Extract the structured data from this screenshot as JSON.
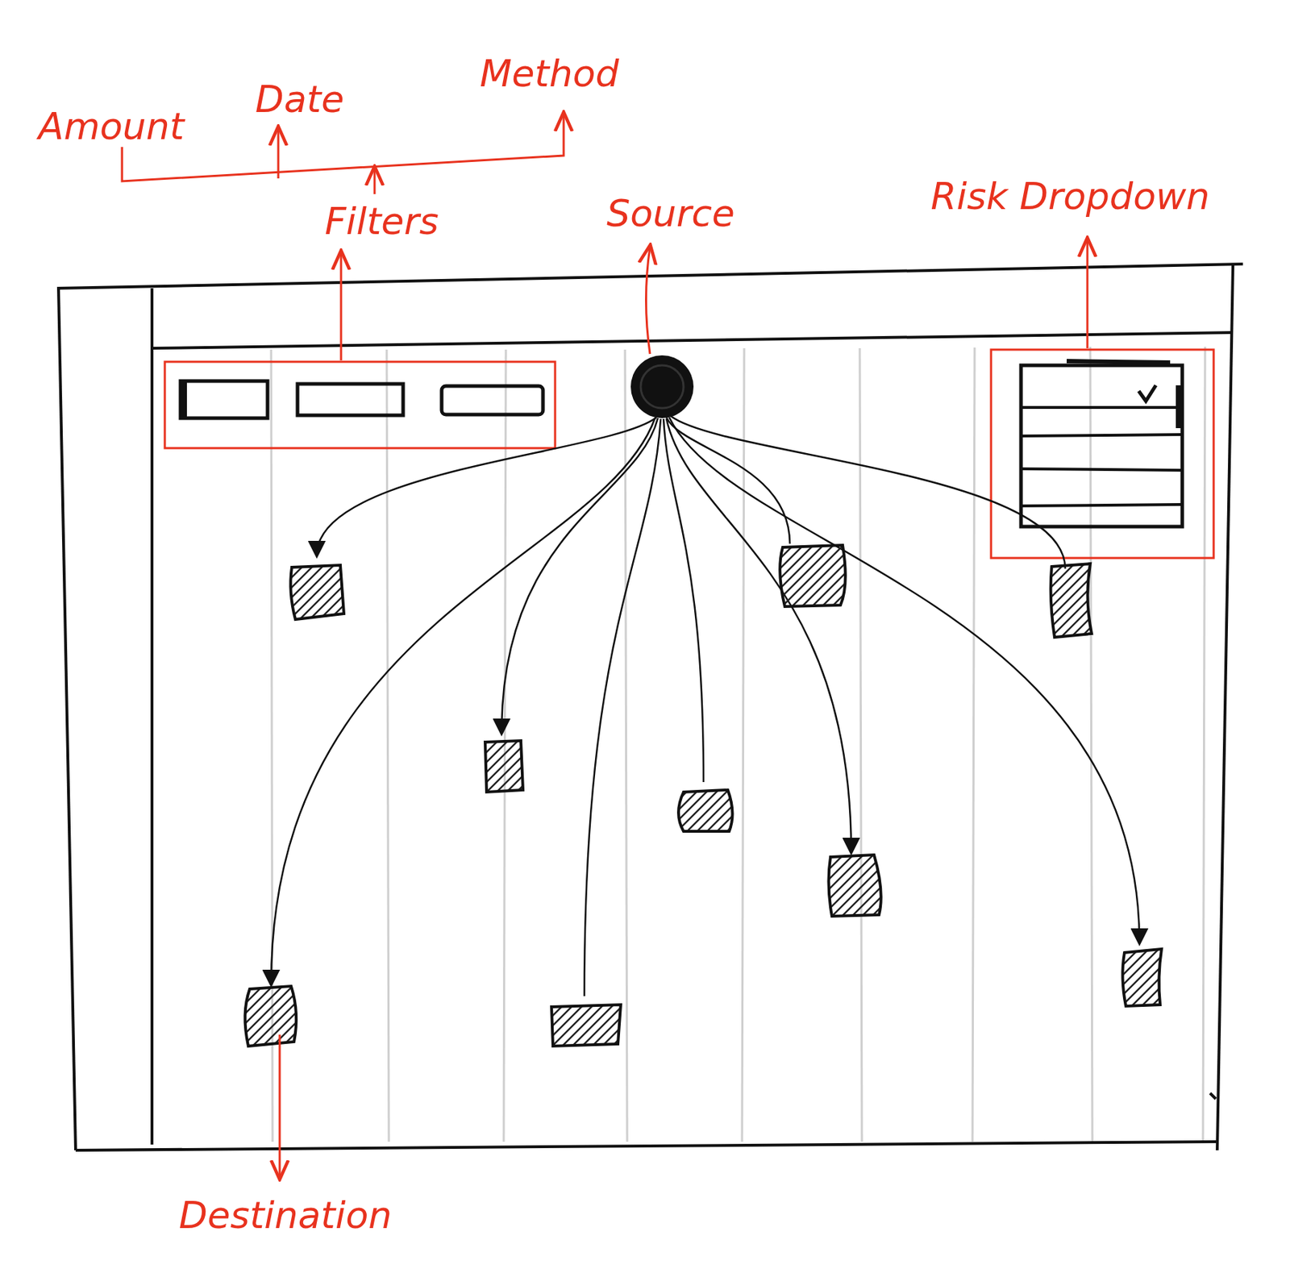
{
  "diagram": {
    "labels": [
      "Amount",
      "Date",
      "Method",
      "Filters",
      "Source",
      "Risk Dropdown",
      "Destination"
    ]
  }
}
